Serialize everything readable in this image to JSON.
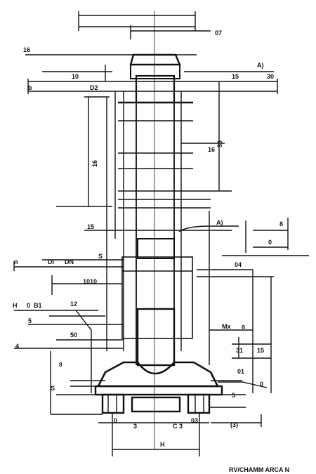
{
  "labels": {
    "top_right": "07",
    "left_16": "16",
    "right_a": "A)",
    "left_10": "10",
    "right_15": "15",
    "right_30": "30",
    "left_b": "b",
    "left_d2": "D2",
    "mid_30": "30",
    "mid_16": "16",
    "vert_left": "16",
    "left_15": "15",
    "right_a2": "A)",
    "right_8": "8",
    "right_0": "0",
    "left_n": "n",
    "left_d1": "DI",
    "left_dn": "DN",
    "left_s": "S",
    "right_04": "04",
    "mid_1010": "1010",
    "left_h": "H",
    "left_0": "0",
    "left_b1": "B1",
    "left_12": "12",
    "left_5": "5",
    "left_50": "50",
    "right_mx": "Mx",
    "right_a3": "a",
    "left_4": "4",
    "right_31": "31",
    "right_15b": "15",
    "right_01": "01",
    "right_5": "5",
    "right_0b": "0",
    "bottom_0": "0",
    "bottom_3": "3",
    "bottom_c": "C 3",
    "bottom_03": "03",
    "bottom_r3": "(3)",
    "bottom_dim": "H",
    "left_s2": "S",
    "left_s3": "8",
    "footer": "RV/CHAMM ARCA N"
  }
}
